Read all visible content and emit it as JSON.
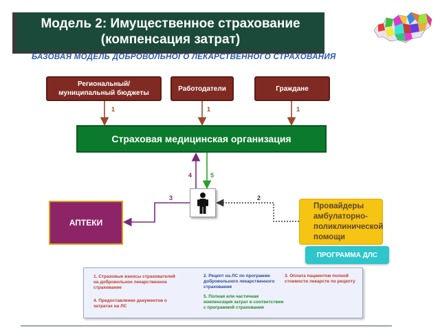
{
  "title": {
    "line1": "Модель 2: Имущественное страхование",
    "line2": "(компенсация затрат)"
  },
  "subtitle": "БАЗОВАЯ   МОДЕЛЬ  ДОБРОВОЛЬНОГО  ЛЕКАРСТВЕННОГО  СТРАХОВАНИЯ",
  "nodes": {
    "budgets": "Региональный/муниципальный бюджеты",
    "employers": "Работодатели",
    "citizens": "Граждане",
    "insurer": "Страховая медицинская организация",
    "pharmacies": "АПТЕКИ",
    "providers": "Провайдеры амбулаторно-поликлинической помощи",
    "program": "ПРОГРАММА ДЛС"
  },
  "edges": [
    {
      "from": "budgets",
      "to": "insurer",
      "label": "1"
    },
    {
      "from": "employers",
      "to": "insurer",
      "label": "1"
    },
    {
      "from": "citizens",
      "to": "insurer",
      "label": "1"
    },
    {
      "from": "patient",
      "to": "insurer",
      "label": "4"
    },
    {
      "from": "insurer",
      "to": "patient",
      "label": "5"
    },
    {
      "from": "patient",
      "to": "pharmacies",
      "label": "3"
    },
    {
      "from": "providers",
      "to": "patient",
      "label": "2"
    }
  ],
  "legend": {
    "item1": "1. Страховые взносы страхователей на добровольное лекарственное страхование",
    "item2": "2. Рецепт на ЛС по программе добровольного лекарственного страхования",
    "item3": "3. Оплата пациентом полной стоимости лекарств по рецепту",
    "item4": "4. Предоставление документов о затратах на ЛС",
    "item5": "5. Полная или частичная компенсация затрат в соответствии с программой страхования"
  },
  "colors": {
    "title_bg": "#1b4a3a",
    "brown_box": "#7f2a22",
    "insurer_box": "#0b7a2c",
    "pharmacy_box": "#8e2468",
    "provider_box": "#f6c412",
    "program_box": "#2ec5cc",
    "arrow_purple": "#7a2a7a",
    "arrow_green": "#2aa02a",
    "arrow_brown": "#9a4a2a"
  }
}
